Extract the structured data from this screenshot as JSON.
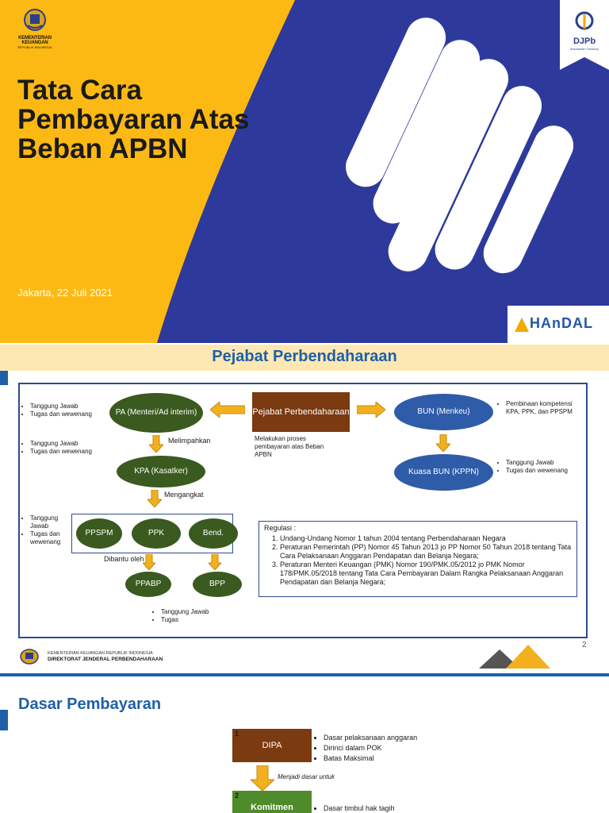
{
  "slide1": {
    "title": "Tata Cara Pembayaran Atas Beban APBN",
    "date": "Jakarta, 22 Juli 2021",
    "org_line1": "KEMENTERIAN KEUANGAN",
    "org_line2": "REPUBLIK INDONESIA",
    "djpb_logo_text": "DJPb",
    "djpb_sub": "Indonesian Treasury",
    "handal_logo_text": "HAnDAL",
    "colors": {
      "yellow": "#fdb913",
      "blue": "#2d3a9b"
    }
  },
  "slide2": {
    "heading": "Pejabat Perbendaharaan",
    "pejabat_box": "Pejabat Perbendaharaan",
    "pejabat_desc": "Melakukan proses pembayaran atas Beban APBN",
    "pa": "PA (Menteri/Ad interim)",
    "kpa": "KPA (Kasatker)",
    "bun": "BUN (Menkeu)",
    "kuasa_bun": "Kuasa BUN (KPPN)",
    "ppspm": "PPSPM",
    "ppk": "PPK",
    "bend": "Bend.",
    "ppabp": "PPABP",
    "bpp": "BPP",
    "melimpahkan": "Melimpahkan",
    "mengangkat": "Mengangkat",
    "dibantu_oleh": "Dibantu oleh",
    "pa_notes": [
      "Tanggung Jawab",
      "Tugas dan wewenang"
    ],
    "kpa_notes": [
      "Tanggung Jawab",
      "Tugas dan wewenang"
    ],
    "group_notes": [
      "Tanggung Jawab",
      "Tugas dan wewenang"
    ],
    "bottom_notes": [
      "Tanggung Jawab",
      "Tugas"
    ],
    "bun_notes": [
      "Pembinaan kompetensi KPA, PPK, dan PPSPM"
    ],
    "kuasa_bun_notes": [
      "Tanggung Jawab",
      "Tugas dan wewenang"
    ],
    "regulasi_title": "Regulasi :",
    "regulasi": [
      "Undang-Undang Nomor 1 tahun 2004 tentang Perbendaharaan Negara",
      "Peraturan Pemerintah (PP) Nomor 45 Tahun 2013 jo PP Nomor 50 Tahun 2018 tentang Tata Cara Pelaksanaan Anggaran Pendapatan dan Belanja Negara;",
      "Peraturan Menteri Keuangan (PMK) Nomor 190/PMK.05/2012 jo PMK Nomor 178/PMK.05/2018 tentang Tata Cara Pembayaran Dalam Rangka Pelaksanaan Anggaran Pendapatan dan Belanja Negara;"
    ],
    "footer_line1": "KEMENTERIAN KEUANGAN REPUBLIK INDONESIA",
    "footer_line2": "DIREKTORAT JENDERAL PERBENDAHARAAN",
    "page_number": "2"
  },
  "slide3": {
    "heading": "Dasar Pembayaran",
    "step1_num": "1",
    "step1_label": "DIPA",
    "step1_notes": [
      "Dasar pelaksanaan anggaran",
      "Dirinci dalam POK",
      "Batas Maksimal"
    ],
    "arrow_label": "Menjadi dasar untuk",
    "step2_num": "2",
    "step2_label": "Komitmen",
    "step2_notes": [
      "Dasar timbul hak tagih"
    ]
  }
}
